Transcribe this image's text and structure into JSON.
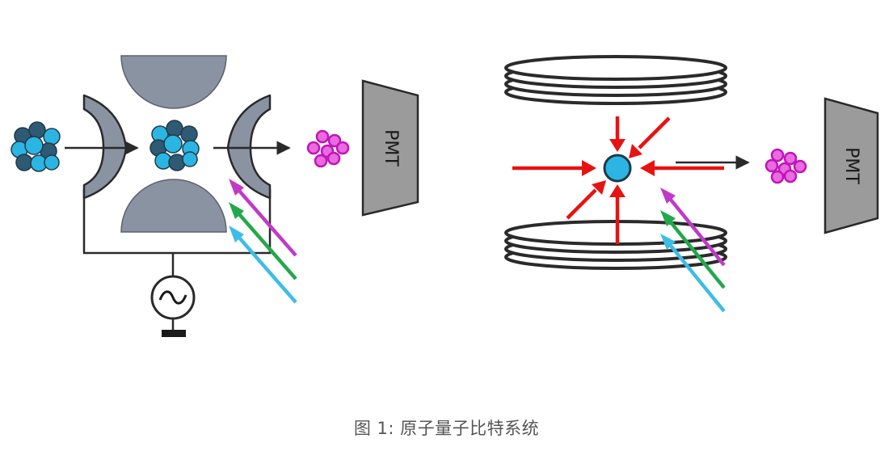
{
  "figure": {
    "left_detector_label": "PMT",
    "right_detector_label": "PMT",
    "caption": "图 1: 原子量子比特系统"
  },
  "colors": {
    "electrode_gray": "#8a93a2",
    "outline_dark": "#2a2a2a",
    "ion_cyan": "#2bb5e3",
    "ion_blue_dark": "#2e5a74",
    "fluorescence_magenta": "#d632d6",
    "laser_magenta": "#c03ac7",
    "laser_green": "#22a84b",
    "laser_cyan": "#3dbde6",
    "mot_red": "#e81212",
    "pmt_gray": "#9b9b9b"
  }
}
